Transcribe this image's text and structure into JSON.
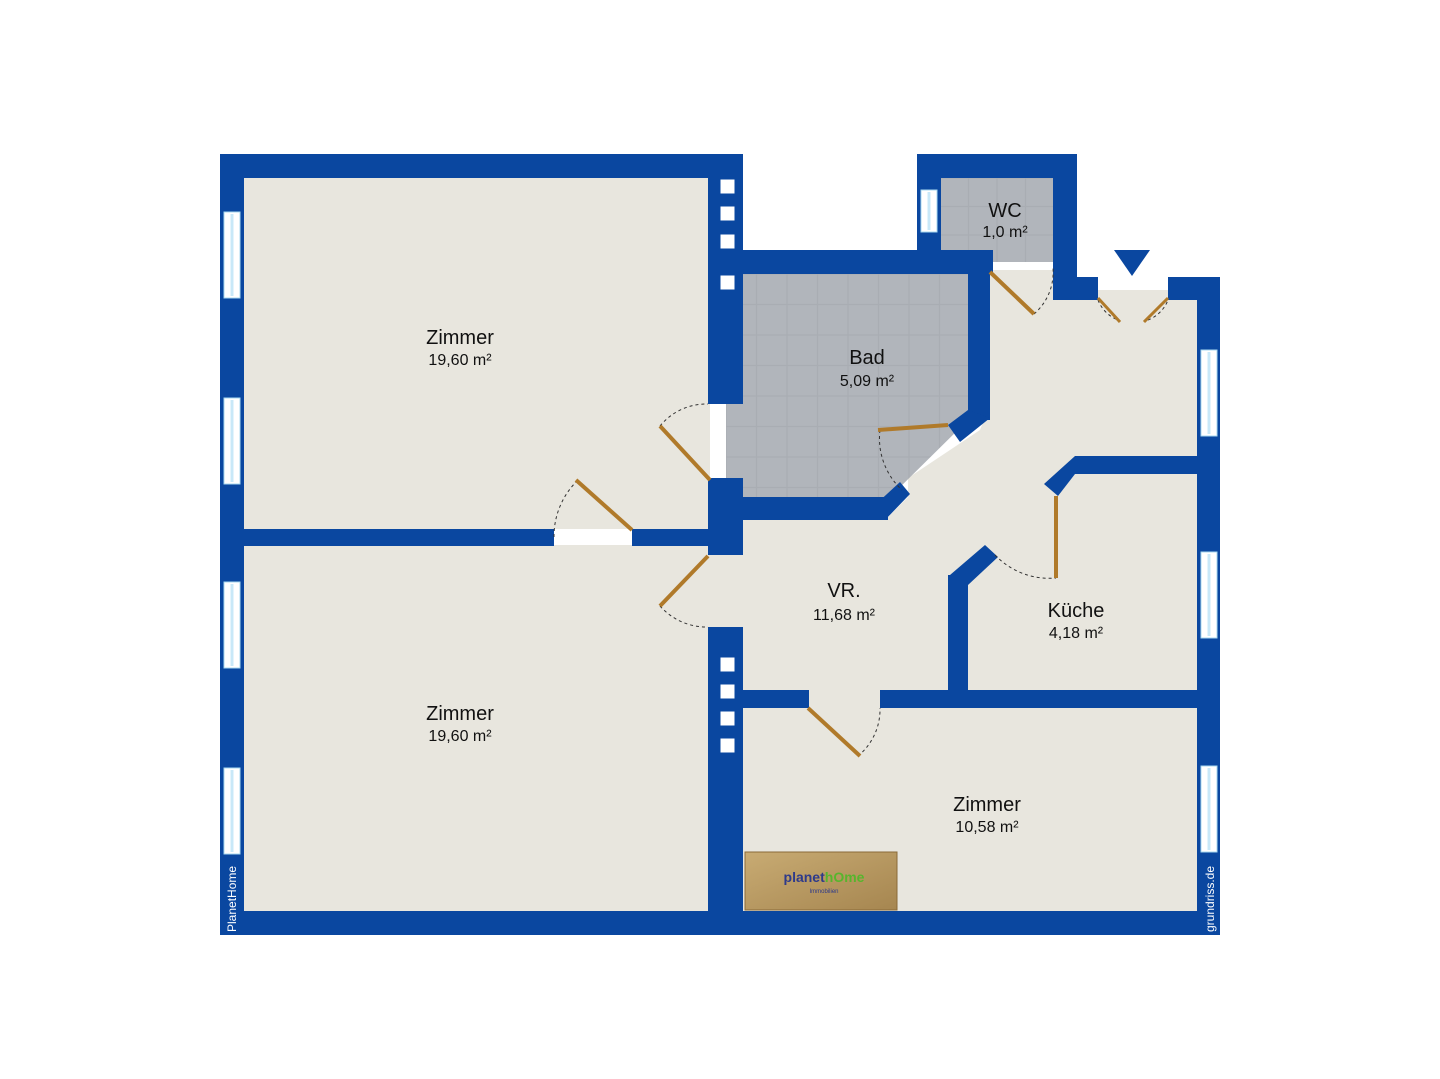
{
  "rooms": [
    {
      "id": "zimmer-1",
      "name": "Zimmer",
      "area": "19,60 m²"
    },
    {
      "id": "bad",
      "name": "Bad",
      "area": "5,09 m²"
    },
    {
      "id": "wc",
      "name": "WC",
      "area": "1,0 m²"
    },
    {
      "id": "vr",
      "name": "VR.",
      "area": "11,68 m²"
    },
    {
      "id": "kueche",
      "name": "Küche",
      "area": "4,18 m²"
    },
    {
      "id": "zimmer-2",
      "name": "Zimmer",
      "area": "19,60 m²"
    },
    {
      "id": "zimmer-3",
      "name": "Zimmer",
      "area": "10,58 m²"
    }
  ],
  "credits": {
    "left": "PlanetHome",
    "right": "grundriss.de"
  },
  "logo": {
    "part1": "planet",
    "part2": "hOme",
    "sub": "Immobilien"
  },
  "colors": {
    "wall": "#0a47a0",
    "floor": "#e8e6de",
    "tile": "#a9adb3",
    "door": "#b07a2a",
    "window": "#ffffff",
    "logo_blue": "#2e3a8a",
    "logo_green": "#57b52d",
    "logo_bg": "#b89a63"
  },
  "icons": {
    "entrance": "entrance-arrow-icon"
  }
}
